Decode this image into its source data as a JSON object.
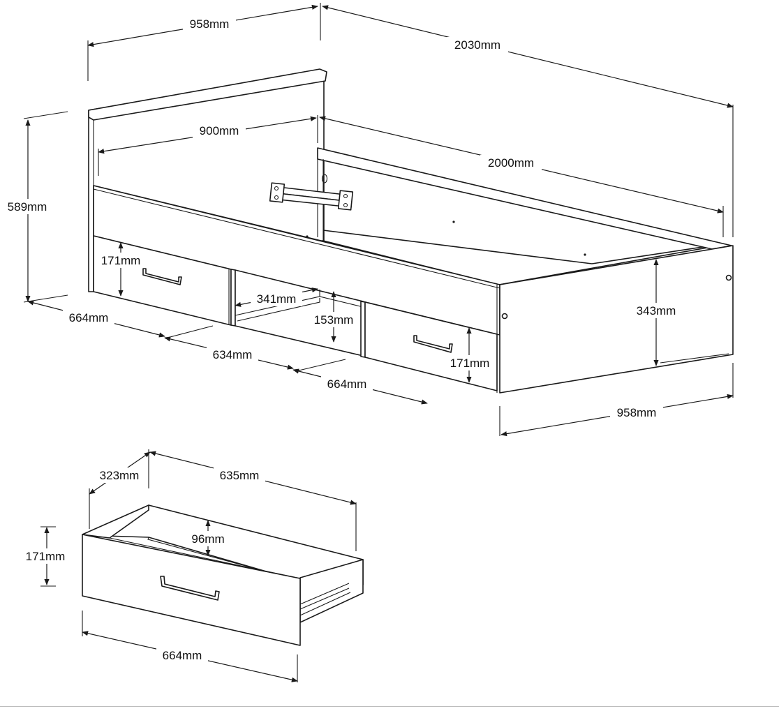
{
  "dimensions": {
    "bed_width_top": "958mm",
    "bed_length_total": "2030mm",
    "inner_width": "900mm",
    "inner_length": "2000mm",
    "headboard_height": "589mm",
    "left_drawer_height": "171mm",
    "left_section_width": "664mm",
    "shelf_width": "341mm",
    "shelf_height": "153mm",
    "middle_section_width": "634mm",
    "right_section_width": "664mm",
    "right_drawer_height": "171mm",
    "side_height": "343mm",
    "bed_width_bottom": "958mm",
    "drawer_depth": "323mm",
    "drawer_length": "635mm",
    "drawer_inner_height": "96mm",
    "drawer_height": "171mm",
    "drawer_front_width": "664mm"
  },
  "colors": {
    "line": "#1a1a1a",
    "background": "#ffffff"
  }
}
